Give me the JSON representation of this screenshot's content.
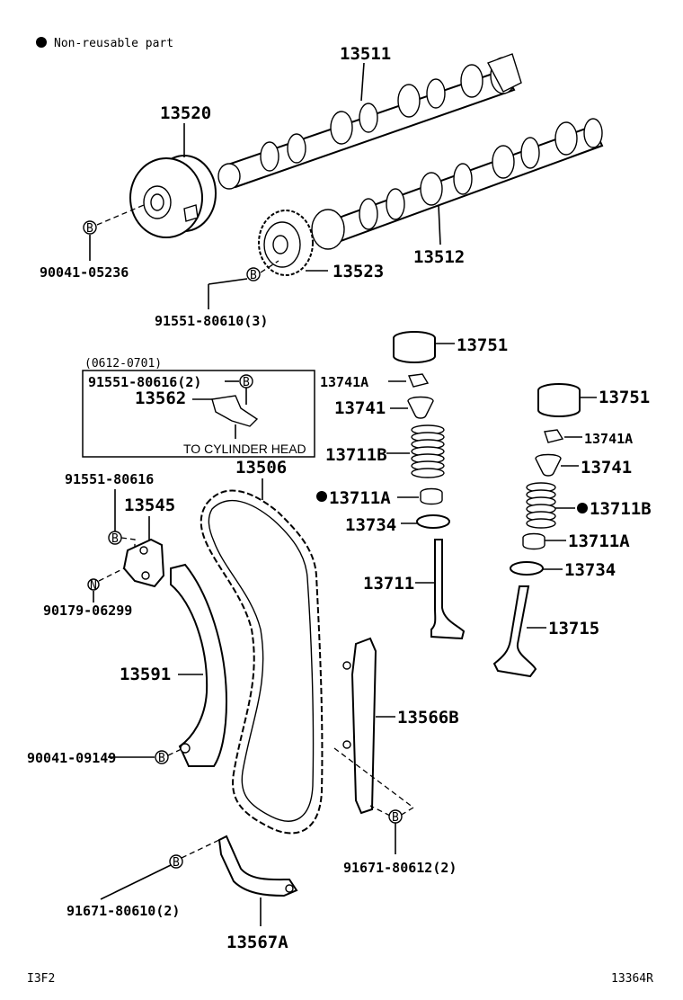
{
  "legend": {
    "text": "Non-reusable part"
  },
  "footer": {
    "left_code": "I3F2",
    "right_code": "13364R"
  },
  "detail_box": {
    "date_range": "(0612-0701)",
    "bolt": "91551-80616(2)",
    "part": "13562",
    "note": "TO CYLINDER HEAD"
  },
  "symbols": {
    "bolt_marker": "B",
    "nut_marker": "N"
  },
  "labels": {
    "camshaft_exhaust": "13511",
    "camshaft_intake": "13512",
    "timing_gear_assembly": "13520",
    "cam_sprocket": "13523",
    "bolt_05236": "90041-05236",
    "bolt_80610_3": "91551-80610(3)",
    "chain": "13506",
    "bolt_80616": "91551-80616",
    "tensioner": "13545",
    "nut_06299": "90179-06299",
    "tensioner_slipper": "13591",
    "bolt_09149": "90041-09149",
    "chain_vibration_damper": "13566B",
    "bolt_80612_2": "91671-80612(2)",
    "bolt_80610_2": "91671-80610(2)",
    "chain_guide": "13567A",
    "lifter_left": "13751",
    "lifter_right": "13751",
    "retainer_lock_left": "13741A",
    "retainer_lock_right": "13741A",
    "retainer_left": "13741",
    "retainer_right": "13741",
    "spring_left": "13711B",
    "spring_right": "13711B",
    "seal_left": "13711A",
    "seal_right": "13711A",
    "seat_left": "13734",
    "seat_right": "13734",
    "valve_intake": "13711",
    "valve_exhaust": "13715"
  }
}
